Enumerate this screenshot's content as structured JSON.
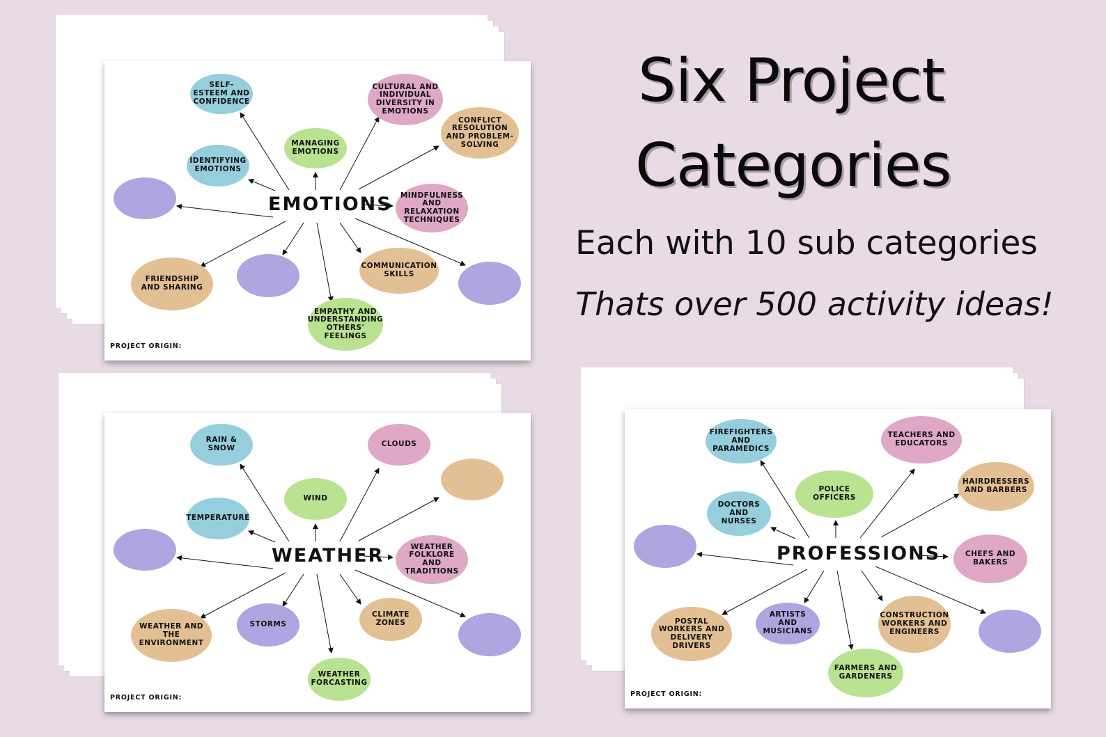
{
  "headline": {
    "line1": "Six Project",
    "line2": "Categories",
    "subtitle": "Each with 10 sub categories",
    "tagline": "Thats over 500 activity ideas!"
  },
  "colors": {
    "background": "#e8dbe5",
    "blue": "#95cedd",
    "pink": "#dea8c6",
    "tan": "#e3c093",
    "green": "#b9e291",
    "purple": "#aea6e0"
  },
  "cards": {
    "emotions": {
      "title": "EMOTIONS",
      "origin": "PROJECT ORIGIN:",
      "nodes": {
        "self_esteem": "SELF-ESTEEM AND CONFIDENCE",
        "managing": "MANAGING EMOTIONS",
        "cultural": "CULTURAL AND INDIVIDUAL DIVERSITY IN EMOTIONS",
        "conflict": "CONFLICT RESOLUTION AND PROBLEM-SOLVING",
        "identifying": "IDENTIFYING EMOTIONS",
        "mindfulness": "MINDFULNESS AND RELAXATION TECHNIQUES",
        "friendship": "FRIENDSHIP AND SHARING",
        "communication": "COMMUNICATION SKILLS",
        "empathy": "EMPATHY AND UNDERSTANDING OTHERS' FEELINGS"
      }
    },
    "weather": {
      "title": "WEATHER",
      "origin": "PROJECT ORIGIN:",
      "nodes": {
        "rain": "RAIN & SNOW",
        "clouds": "CLOUDS",
        "wind": "WIND",
        "temperature": "TEMPERATURE",
        "folklore": "WEATHER FOLKLORE AND TRADITIONS",
        "environment": "WEATHER AND THE ENVIRONMENT",
        "storms": "STORMS",
        "climate": "CLIMATE ZONES",
        "forecasting": "WEATHER FORCASTING"
      }
    },
    "professions": {
      "title": "PROFESSIONS",
      "origin": "PROJECT ORIGIN:",
      "nodes": {
        "firefighters": "FIREFIGHTERS AND PARAMEDICS",
        "teachers": "TEACHERS AND EDUCATORS",
        "police": "POLICE OFFICERS",
        "hairdressers": "HAIRDRESSERS AND BARBERS",
        "doctors": "DOCTORS AND NURSES",
        "chefs": "CHEFS AND BAKERS",
        "postal": "POSTAL WORKERS AND DELIVERY DRIVERS",
        "artists": "ARTISTS AND MUSICIANS",
        "construction": "CONSTRUCTION WORKERS AND ENGINEERS",
        "farmers": "FARMERS AND GARDENERS"
      }
    }
  }
}
